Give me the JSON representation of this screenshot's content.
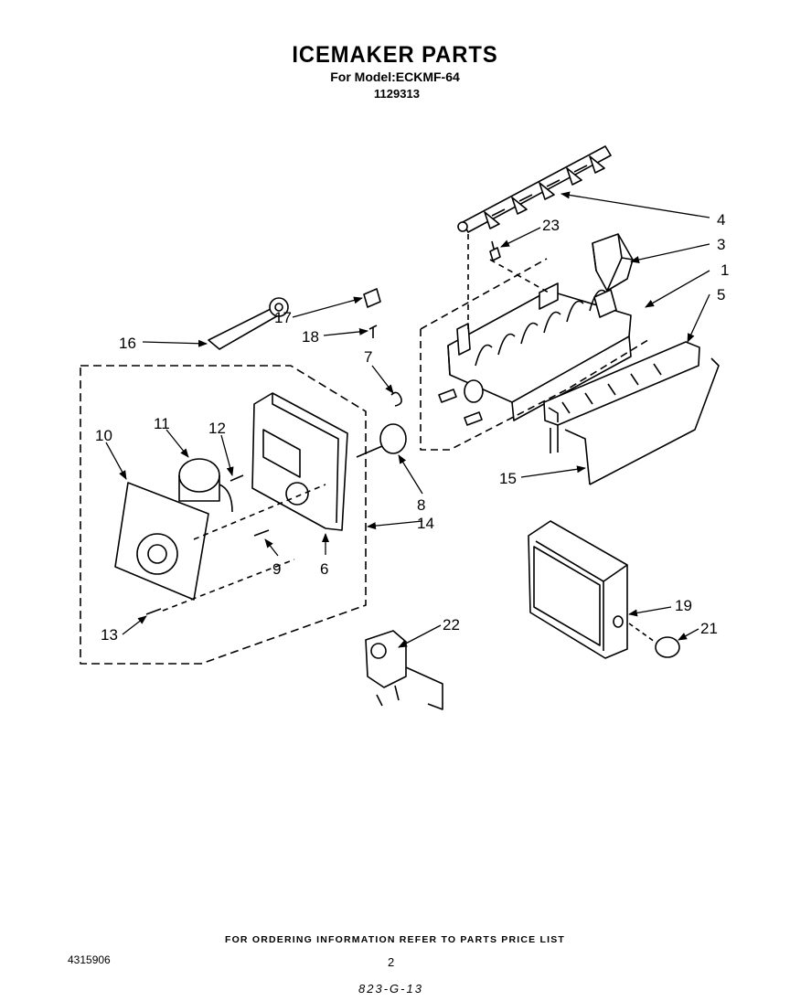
{
  "header": {
    "title": "ICEMAKER PARTS",
    "model": "For Model:ECKMF-64",
    "part_number": "1129313"
  },
  "diagram": {
    "callouts": [
      {
        "id": "c1",
        "label": "1"
      },
      {
        "id": "c3",
        "label": "3"
      },
      {
        "id": "c4",
        "label": "4"
      },
      {
        "id": "c5",
        "label": "5"
      },
      {
        "id": "c6",
        "label": "6"
      },
      {
        "id": "c7",
        "label": "7"
      },
      {
        "id": "c8",
        "label": "8"
      },
      {
        "id": "c9",
        "label": "9"
      },
      {
        "id": "c10",
        "label": "10"
      },
      {
        "id": "c11",
        "label": "11"
      },
      {
        "id": "c12",
        "label": "12"
      },
      {
        "id": "c13",
        "label": "13"
      },
      {
        "id": "c14",
        "label": "14"
      },
      {
        "id": "c15",
        "label": "15"
      },
      {
        "id": "c16",
        "label": "16"
      },
      {
        "id": "c17",
        "label": "17"
      },
      {
        "id": "c18",
        "label": "18"
      },
      {
        "id": "c19",
        "label": "19"
      },
      {
        "id": "c21",
        "label": "21"
      },
      {
        "id": "c22",
        "label": "22"
      },
      {
        "id": "c23",
        "label": "23"
      }
    ]
  },
  "footer": {
    "ordering_note": "FOR ORDERING INFORMATION REFER TO PARTS PRICE LIST",
    "doc_number": "4315906",
    "page_number": "2",
    "handwritten_code": "823-G-13"
  }
}
